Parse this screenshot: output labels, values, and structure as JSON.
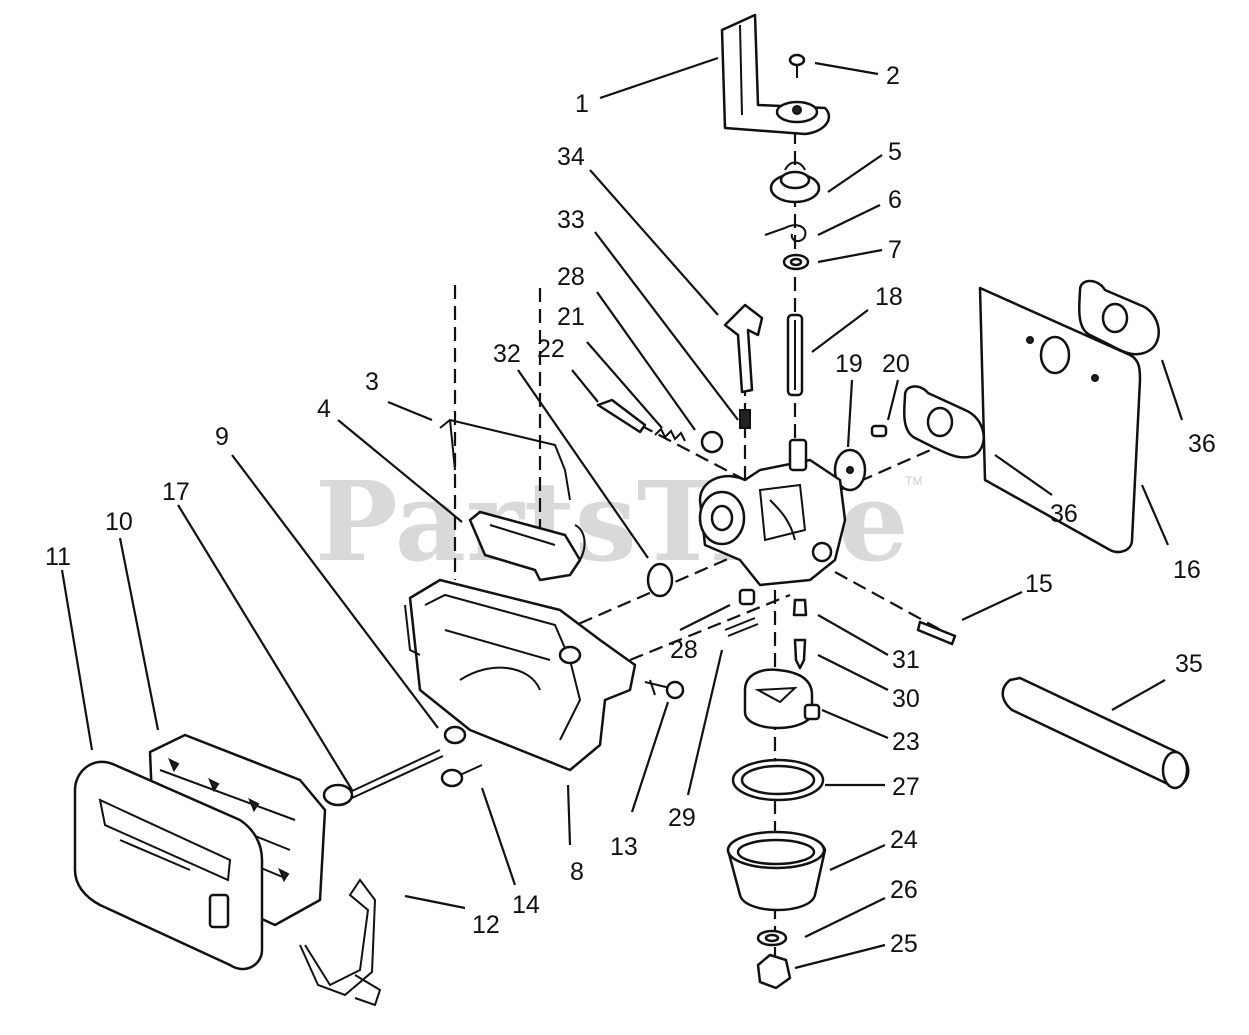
{
  "watermark": {
    "text": "PartsTree",
    "trademark": "TM"
  },
  "callouts": [
    {
      "id": "1"
    },
    {
      "id": "2"
    },
    {
      "id": "5"
    },
    {
      "id": "6"
    },
    {
      "id": "7"
    },
    {
      "id": "34"
    },
    {
      "id": "33"
    },
    {
      "id": "28"
    },
    {
      "id": "21"
    },
    {
      "id": "22"
    },
    {
      "id": "32"
    },
    {
      "id": "18"
    },
    {
      "id": "19"
    },
    {
      "id": "20"
    },
    {
      "id": "3"
    },
    {
      "id": "4"
    },
    {
      "id": "9"
    },
    {
      "id": "17"
    },
    {
      "id": "10"
    },
    {
      "id": "11"
    },
    {
      "id": "36"
    },
    {
      "id": "36"
    },
    {
      "id": "16"
    },
    {
      "id": "15"
    },
    {
      "id": "28"
    },
    {
      "id": "31"
    },
    {
      "id": "30"
    },
    {
      "id": "35"
    },
    {
      "id": "23"
    },
    {
      "id": "27"
    },
    {
      "id": "24"
    },
    {
      "id": "26"
    },
    {
      "id": "25"
    },
    {
      "id": "13"
    },
    {
      "id": "29"
    },
    {
      "id": "8"
    },
    {
      "id": "14"
    },
    {
      "id": "12"
    }
  ]
}
